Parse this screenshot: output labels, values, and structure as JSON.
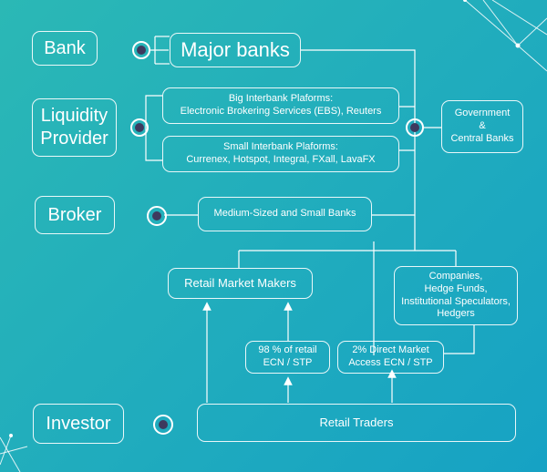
{
  "categories": {
    "bank": "Bank",
    "liquidity_provider": "Liquidity\nProvider",
    "broker": "Broker",
    "investor": "Investor"
  },
  "nodes": {
    "major_banks": "Major banks",
    "big_interbank": "Big Interbank Plaforms:\nElectronic Brokering Services (EBS), Reuters",
    "small_interbank": "Small Interbank Plaforms:\nCurrenex, Hotspot, Integral, FXall, LavaFX",
    "government": "Government\n&\nCentral Banks",
    "medium_small_banks": "Medium-Sized and Small Banks",
    "retail_market_makers": "Retail Market Makers",
    "companies": "Companies,\nHedge Funds,\nInstitutional Speculators,\nHedgers",
    "retail_ecn": "98 % of retail\nECN / STP",
    "direct_market": "2% Direct Market\nAccess ECN / STP",
    "retail_traders": "Retail Traders"
  },
  "colors": {
    "background_start": "#2bb8b5",
    "background_end": "#16a2c4",
    "line": "#ffffff",
    "dot_center": "#3e3a5e"
  }
}
